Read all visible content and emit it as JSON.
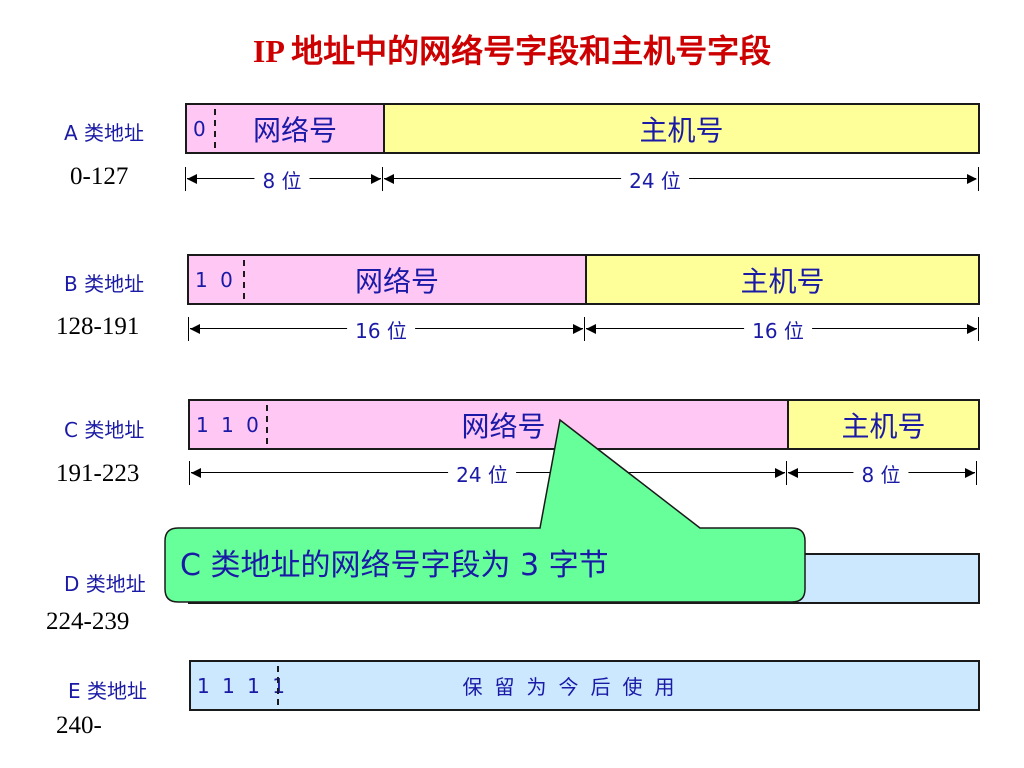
{
  "title": "IP 地址中的网络号字段和主机号字段",
  "classes": {
    "a": {
      "label": "A 类地址",
      "range": "0-127",
      "prefix": "0",
      "net": "网络号",
      "host": "主机号",
      "net_bits": "8 位",
      "host_bits": "24 位"
    },
    "b": {
      "label": "B 类地址",
      "range": "128-191",
      "prefix": "1 0",
      "net": "网络号",
      "host": "主机号",
      "net_bits": "16 位",
      "host_bits": "16 位"
    },
    "c": {
      "label": "C 类地址",
      "range": "191-223",
      "prefix": "1 1 0",
      "net": "网络号",
      "host": "主机号",
      "net_bits": "24 位",
      "host_bits": "8 位"
    },
    "d": {
      "label": "D 类地址",
      "range": "224-239"
    },
    "e": {
      "label": "E 类地址",
      "range": "240-",
      "prefix": "1 1 1 1",
      "reserved": "保留为今后使用"
    }
  },
  "callout": {
    "text": "C 类地址的网络号字段为 3 字节",
    "color": "#66ff99"
  },
  "colors": {
    "network": "#ffc8f4",
    "host": "#ffff99",
    "reserved": "#cce8ff",
    "title": "#cc0000",
    "text": "#1a1aa6"
  }
}
